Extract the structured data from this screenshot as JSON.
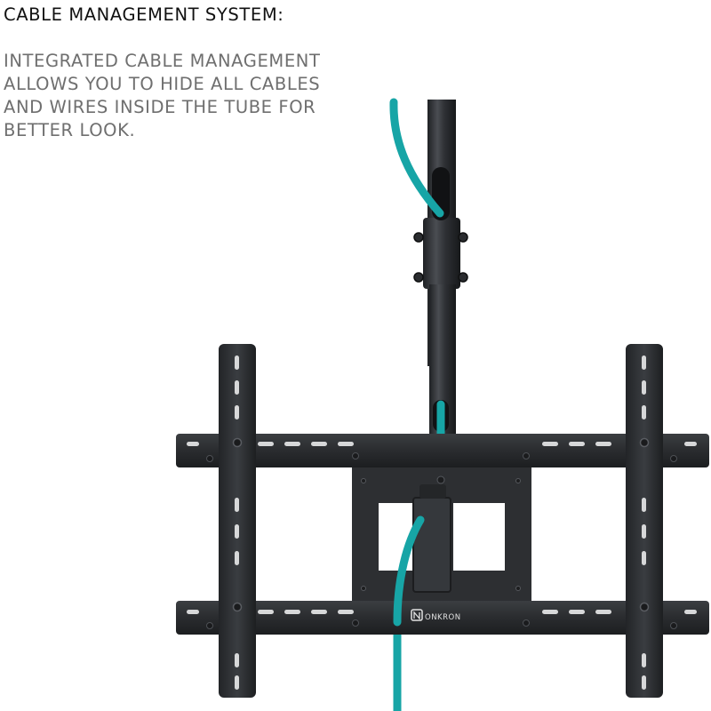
{
  "heading": "CABLE MANAGEMENT SYSTEM:",
  "description_lines": [
    "INTEGRATED CABLE MANAGEMENT",
    "ALLOWS YOU TO HIDE ALL CABLES",
    "AND WIRES INSIDE THE TUBE FOR",
    "BETTER LOOK."
  ],
  "brand_label": "ONKRON",
  "colors": {
    "mount_metal": "#2b2d30",
    "cable": "#17a5a6",
    "heading_text": "#111111",
    "body_text": "#6f6f6f"
  }
}
